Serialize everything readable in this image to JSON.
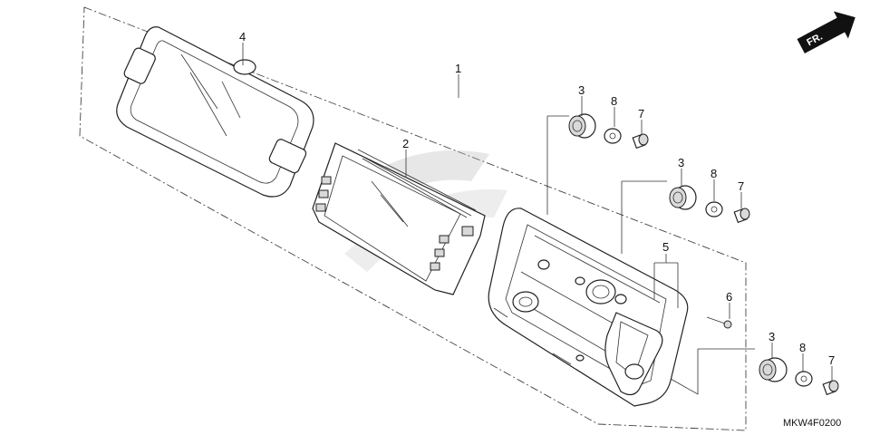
{
  "figure": {
    "code": "MKW4F0200",
    "direction_arrow": "FR."
  },
  "callouts": [
    {
      "id": "c1",
      "label": "1"
    },
    {
      "id": "c2",
      "label": "2"
    },
    {
      "id": "c3a",
      "label": "3"
    },
    {
      "id": "c3b",
      "label": "3"
    },
    {
      "id": "c3c",
      "label": "3"
    },
    {
      "id": "c4",
      "label": "4"
    },
    {
      "id": "c5",
      "label": "5"
    },
    {
      "id": "c6",
      "label": "6"
    },
    {
      "id": "c7a",
      "label": "7"
    },
    {
      "id": "c7b",
      "label": "7"
    },
    {
      "id": "c7c",
      "label": "7"
    },
    {
      "id": "c8a",
      "label": "8"
    },
    {
      "id": "c8b",
      "label": "8"
    },
    {
      "id": "c8c",
      "label": "8"
    }
  ],
  "colors": {
    "line": "#222222",
    "background": "#ffffff",
    "arrow": "#111111"
  }
}
